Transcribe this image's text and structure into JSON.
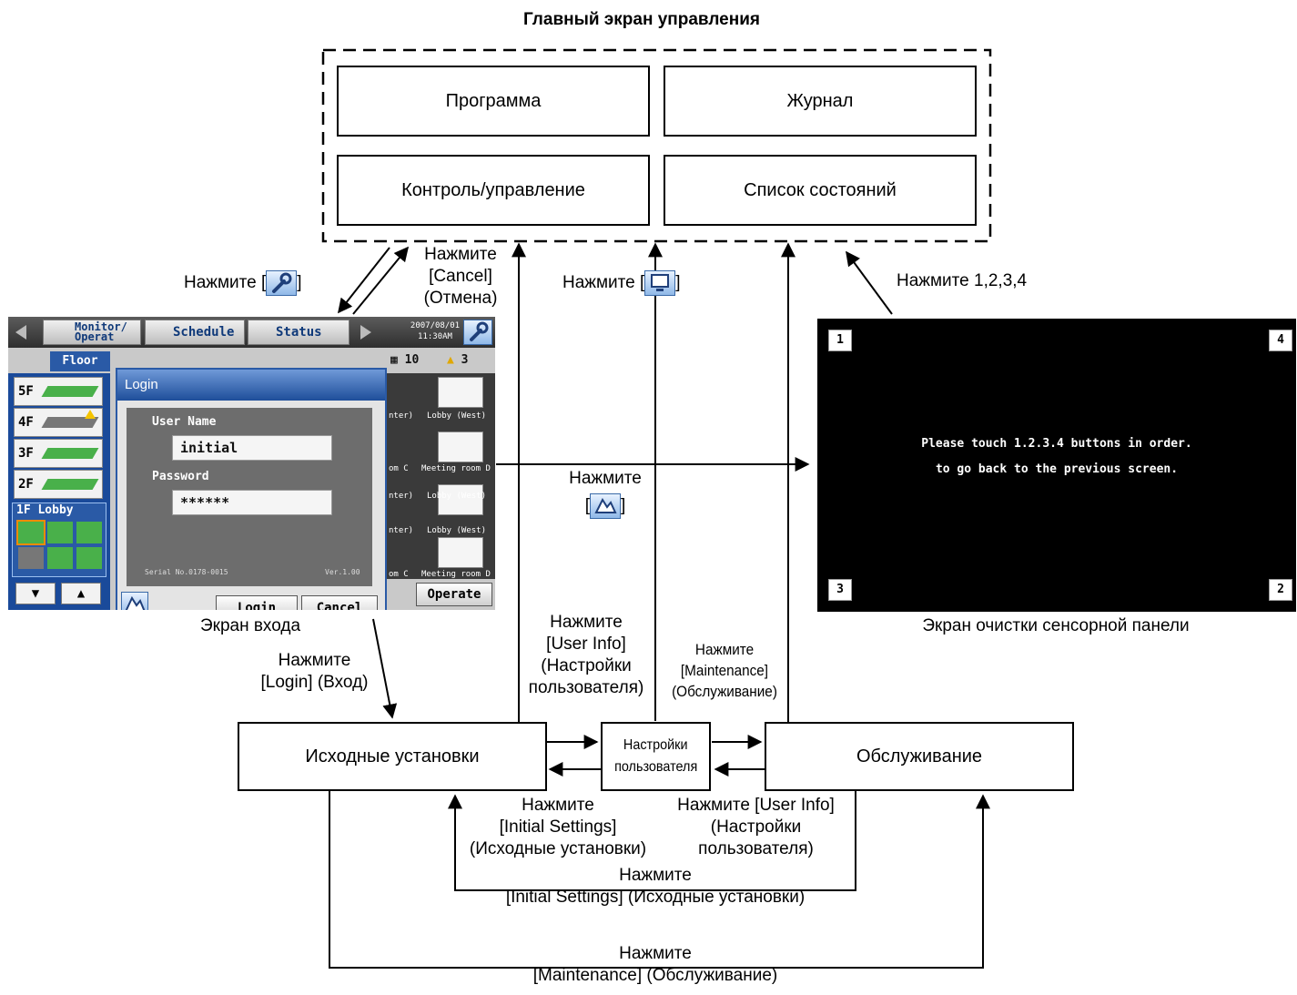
{
  "title": "Главный экран управления",
  "main_screen": {
    "program": "Программа",
    "journal": "Журнал",
    "monitor": "Контроль/управление",
    "status_list": "Список состояний"
  },
  "boxes": {
    "initial": "Исходные установки",
    "user_settings_line1": "Настройки",
    "user_settings_line2": "пользователя",
    "maintenance": "Обслуживание"
  },
  "captions": {
    "login_screen": "Экран входа",
    "cleaning_screen": "Экран очистки сенсорной панели"
  },
  "labels": {
    "press": "Нажмите",
    "press_wrench_open": "Нажмите [",
    "press_wrench_close": "]",
    "cancel_1": "[Cancel]",
    "cancel_2": "(Отмена)",
    "press_monitor_open": "Нажмите [",
    "press_monitor_close": "]",
    "press_1234": "Нажмите 1,2,3,4",
    "clean_open": "[",
    "clean_close": "]",
    "login_2": "[Login] (Вход)",
    "userinfo_1": "[User Info]",
    "userinfo_2": "(Настройки",
    "userinfo_3": "пользователя)",
    "maint_1": "[Maintenance]",
    "maint_2": "(Обслуживание)",
    "init_1": "[Initial Settings]",
    "init_2": "(Исходные установки)",
    "ui_right_1": "Нажмите [User Info]",
    "ui_right_2": "(Настройки",
    "ui_right_3": "пользователя)",
    "init_long": "[Initial Settings] (Исходные установки)",
    "maint_long": "[Maintenance] (Обслуживание)"
  },
  "login_screen": {
    "tab_monitor_1": "Monitor/",
    "tab_monitor_2": "Operat",
    "tab_schedule": "Schedule",
    "tab_status": "Status",
    "date": "2007/08/01",
    "time": "11:30AM",
    "floor_tab": "Floor",
    "count_units": "10",
    "count_alerts": "3",
    "floors": [
      "5F",
      "4F",
      "3F",
      "2F"
    ],
    "floor_lobby": "1F Lobby",
    "dialog_title": "Login",
    "user_name_label": "User Name",
    "user_name_value": "initial",
    "password_label": "Password",
    "password_value": "******",
    "serial": "Serial No.0178-0015",
    "version": "Ver.1.00",
    "login_button": "Login",
    "cancel_button": "Cancel",
    "operate_button": "Operate",
    "unit_labels": [
      "nter)",
      "Lobby (West)",
      "om C",
      "Meeting room D",
      "nter)",
      "Lobby (West)",
      "nter)",
      "Lobby (West)",
      "om C",
      "Meeting room D"
    ]
  },
  "cleaning_screen": {
    "btn1": "1",
    "btn2": "2",
    "btn3": "3",
    "btn4": "4",
    "msg1": "Please touch 1.2.3.4 buttons in order.",
    "msg2": "to go back to the previous screen."
  }
}
